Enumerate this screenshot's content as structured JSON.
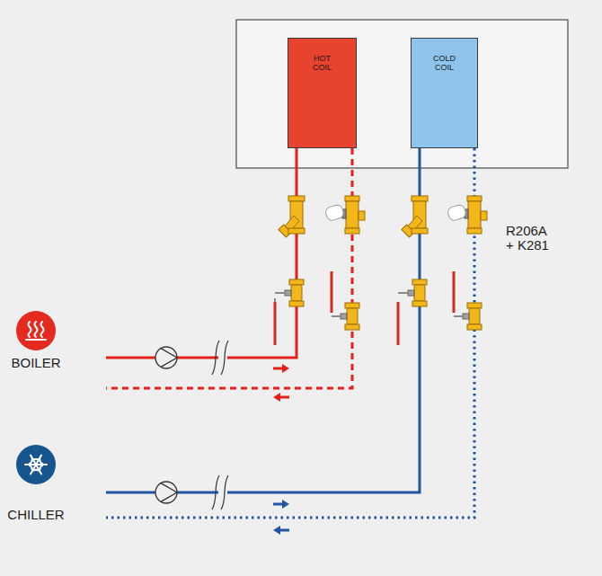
{
  "diagram": {
    "nodes": [
      {
        "text": [
          "HOT COIL"
        ]
      },
      {
        "text": [
          "COLD COIL"
        ]
      },
      {
        "text": [
          "BOILER"
        ]
      },
      {
        "text": [
          "CHILLER"
        ]
      }
    ],
    "edges": [
      {
        "from": 2,
        "to": 0,
        "arrow": "to"
      },
      {
        "from": 0,
        "to": 2,
        "arrow": "to"
      },
      {
        "from": 3,
        "to": 1,
        "arrow": "to"
      },
      {
        "from": 1,
        "to": 3,
        "arrow": "to"
      }
    ],
    "labels": [
      "R206A + K281"
    ]
  }
}
